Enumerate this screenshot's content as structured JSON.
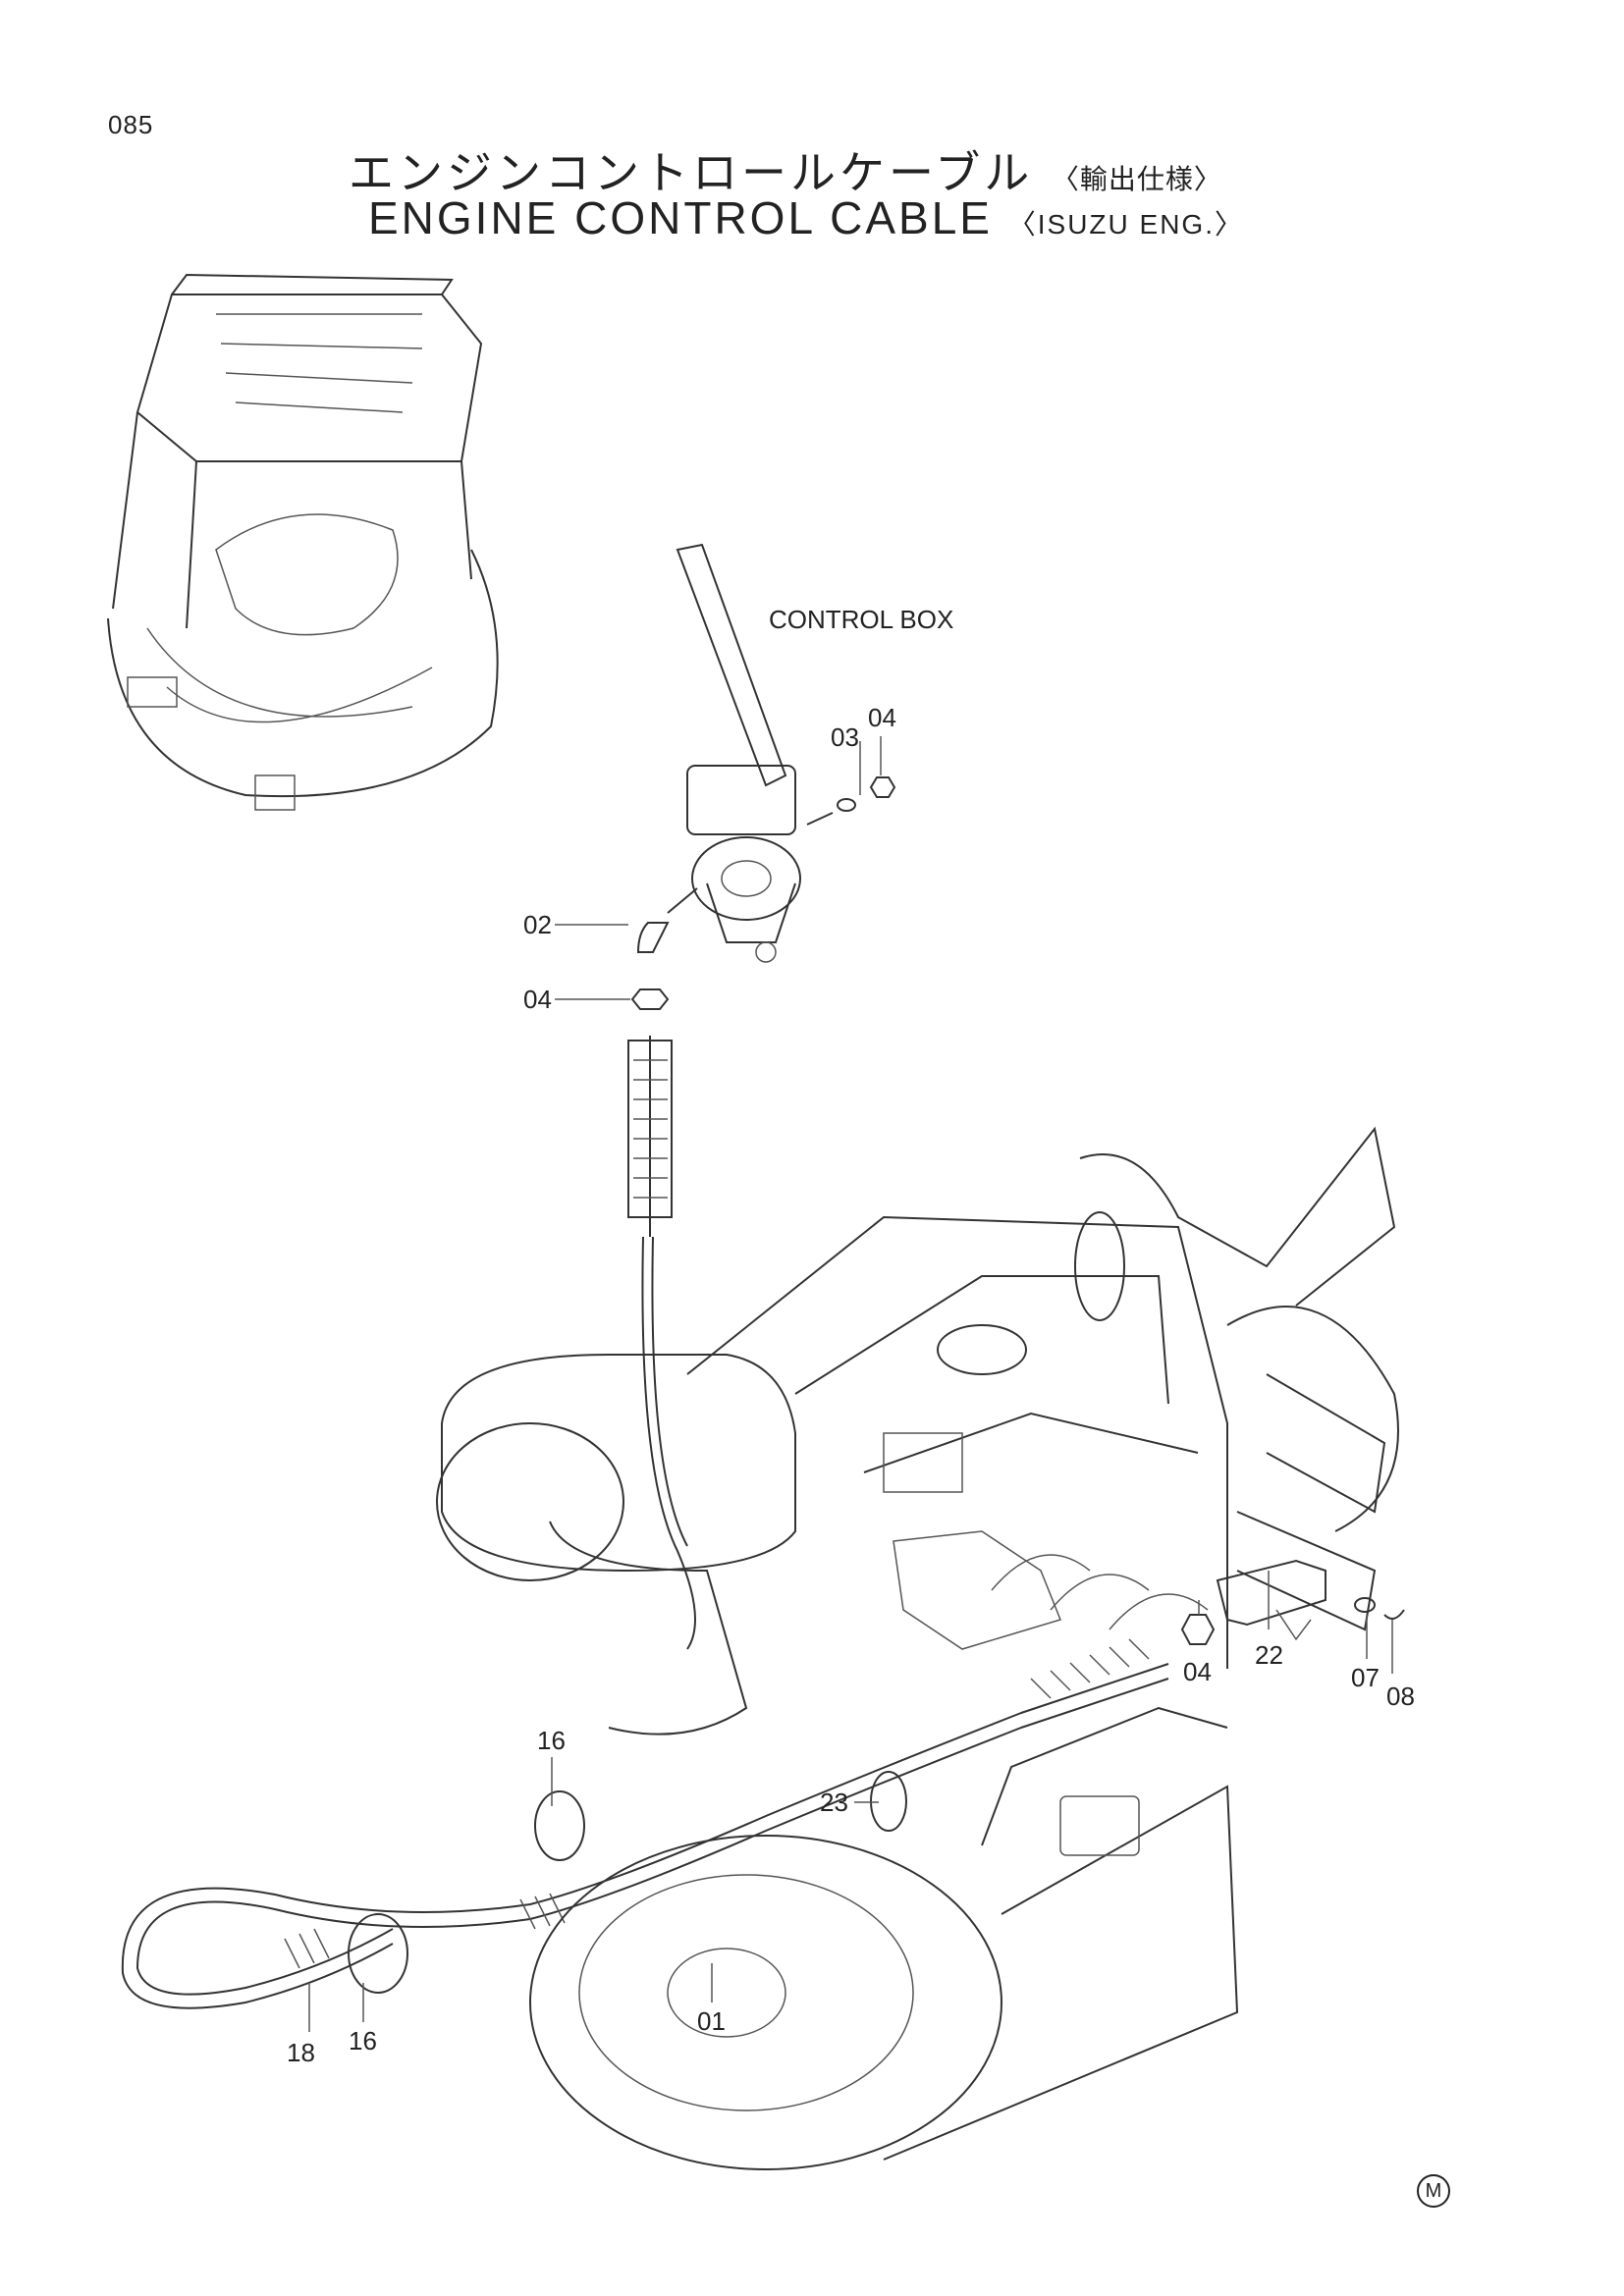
{
  "page_number": "085",
  "title_jp": {
    "main": "エンジンコントロールケーブル",
    "sub": "〈輸出仕様〉"
  },
  "title_en": {
    "main": "ENGINE CONTROL CABLE",
    "sub": "〈ISUZU ENG.〉"
  },
  "labels": {
    "control_box": "CONTROL BOX"
  },
  "callouts": [
    "01",
    "02",
    "03",
    "04",
    "04",
    "04",
    "07",
    "08",
    "16",
    "16",
    "18",
    "22",
    "23"
  ],
  "corner_mark": "M"
}
